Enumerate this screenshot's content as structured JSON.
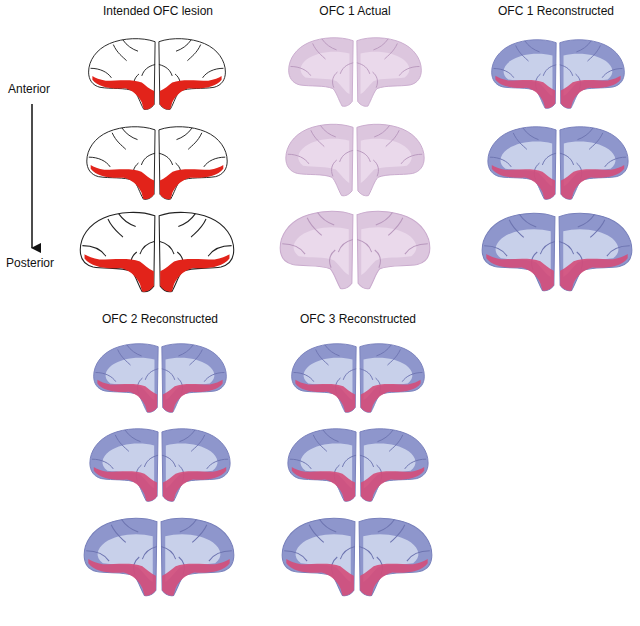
{
  "diagram": {
    "labels": [
      "Intended OFC lesion",
      "OFC 1 Actual",
      "OFC 1 Reconstructed",
      "Anterior",
      "Posterior",
      "OFC 2 Reconstructed",
      "OFC 3 Reconstructed"
    ]
  }
}
